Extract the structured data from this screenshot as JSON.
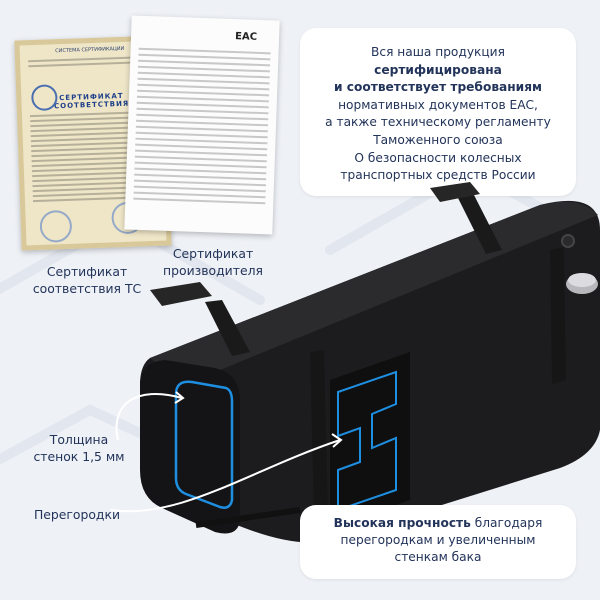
{
  "top_panel": {
    "line1": "Вся наша продукция",
    "line2_bold": "сертифицирована",
    "line3_bold": "и соответствует требованиям",
    "line4": "нормативных документов ЕАС,",
    "line5": "а также техническому регламенту",
    "line6": "Таможенного союза",
    "line7": "О безопасности колесных",
    "line8": "транспортных средств России"
  },
  "labels": {
    "cert_tc_1": "Сертификат",
    "cert_tc_2": "соответствия ТС",
    "cert_mfr_1": "Сертификат",
    "cert_mfr_2": "производителя",
    "wall_1": "Толщина",
    "wall_2": "стенок 1,5 мм",
    "partitions": "Перегородки"
  },
  "bottom_panel": {
    "bold": "Высокая прочность",
    "rest1": " благодаря",
    "line2": "перегородкам и увеличенным",
    "line3": "стенкам бака"
  },
  "documents": {
    "cert_head": "СИСТЕМА СЕРТИФИКАЦИИ",
    "cert_title": "СЕРТИФИКАТ СООТВЕТСТВИЯ",
    "eac_mark": "EAC"
  },
  "colors": {
    "text": "#23345a",
    "accent": "#1e8fe0",
    "tank": "#1a1a1c"
  }
}
